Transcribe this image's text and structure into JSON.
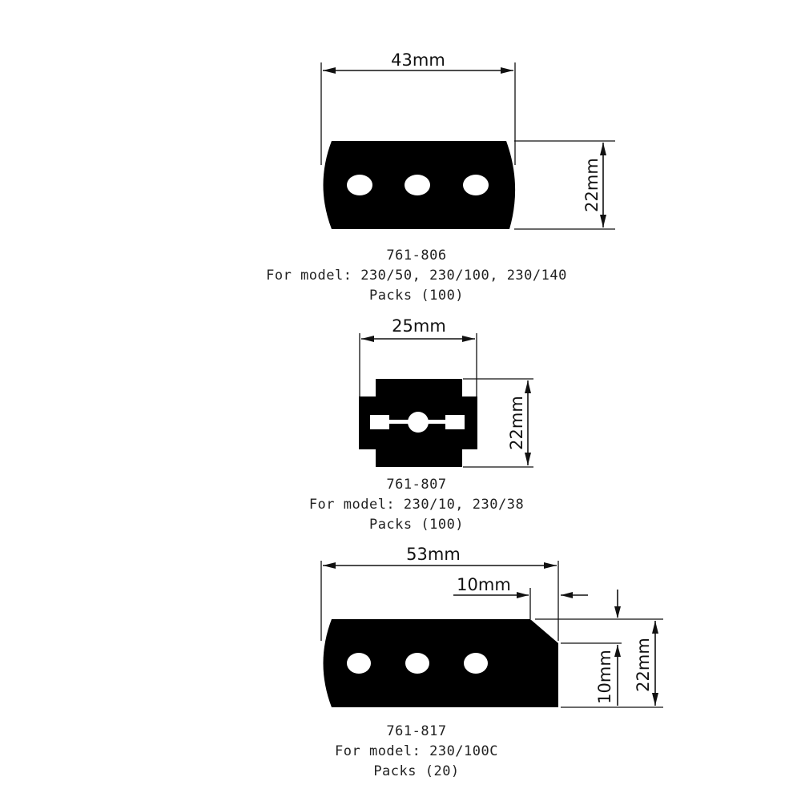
{
  "blades": [
    {
      "part_number": "761-806",
      "models": "For model: 230/50, 230/100, 230/140",
      "packs": "Packs (100)",
      "width_label": "43mm",
      "height_label": "22mm"
    },
    {
      "part_number": "761-807",
      "models": "For model: 230/10, 230/38",
      "packs": "Packs (100)",
      "width_label": "25mm",
      "height_label": "22mm"
    },
    {
      "part_number": "761-817",
      "models": "For model: 230/100C",
      "packs": "Packs (20)",
      "width_label": "53mm",
      "height_label": "22mm",
      "chamfer_width_label": "10mm",
      "chamfer_height_label": "10mm"
    }
  ]
}
